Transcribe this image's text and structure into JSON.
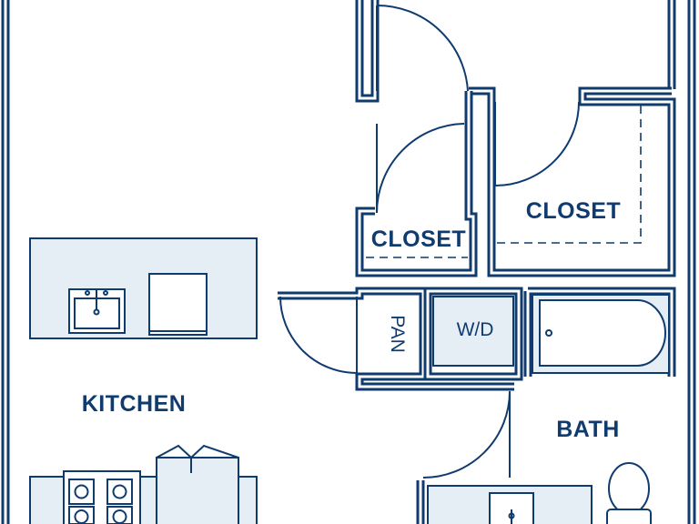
{
  "labels": {
    "closet_upper": "CLOSET",
    "closet_lower": "CLOSET",
    "pantry": "PAN",
    "washer_dryer": "W/D",
    "kitchen": "KITCHEN",
    "bath": "BATH"
  },
  "colors": {
    "wall": "#0f3b6e",
    "fixture_fill": "#e6eef5",
    "background": "#ffffff"
  }
}
